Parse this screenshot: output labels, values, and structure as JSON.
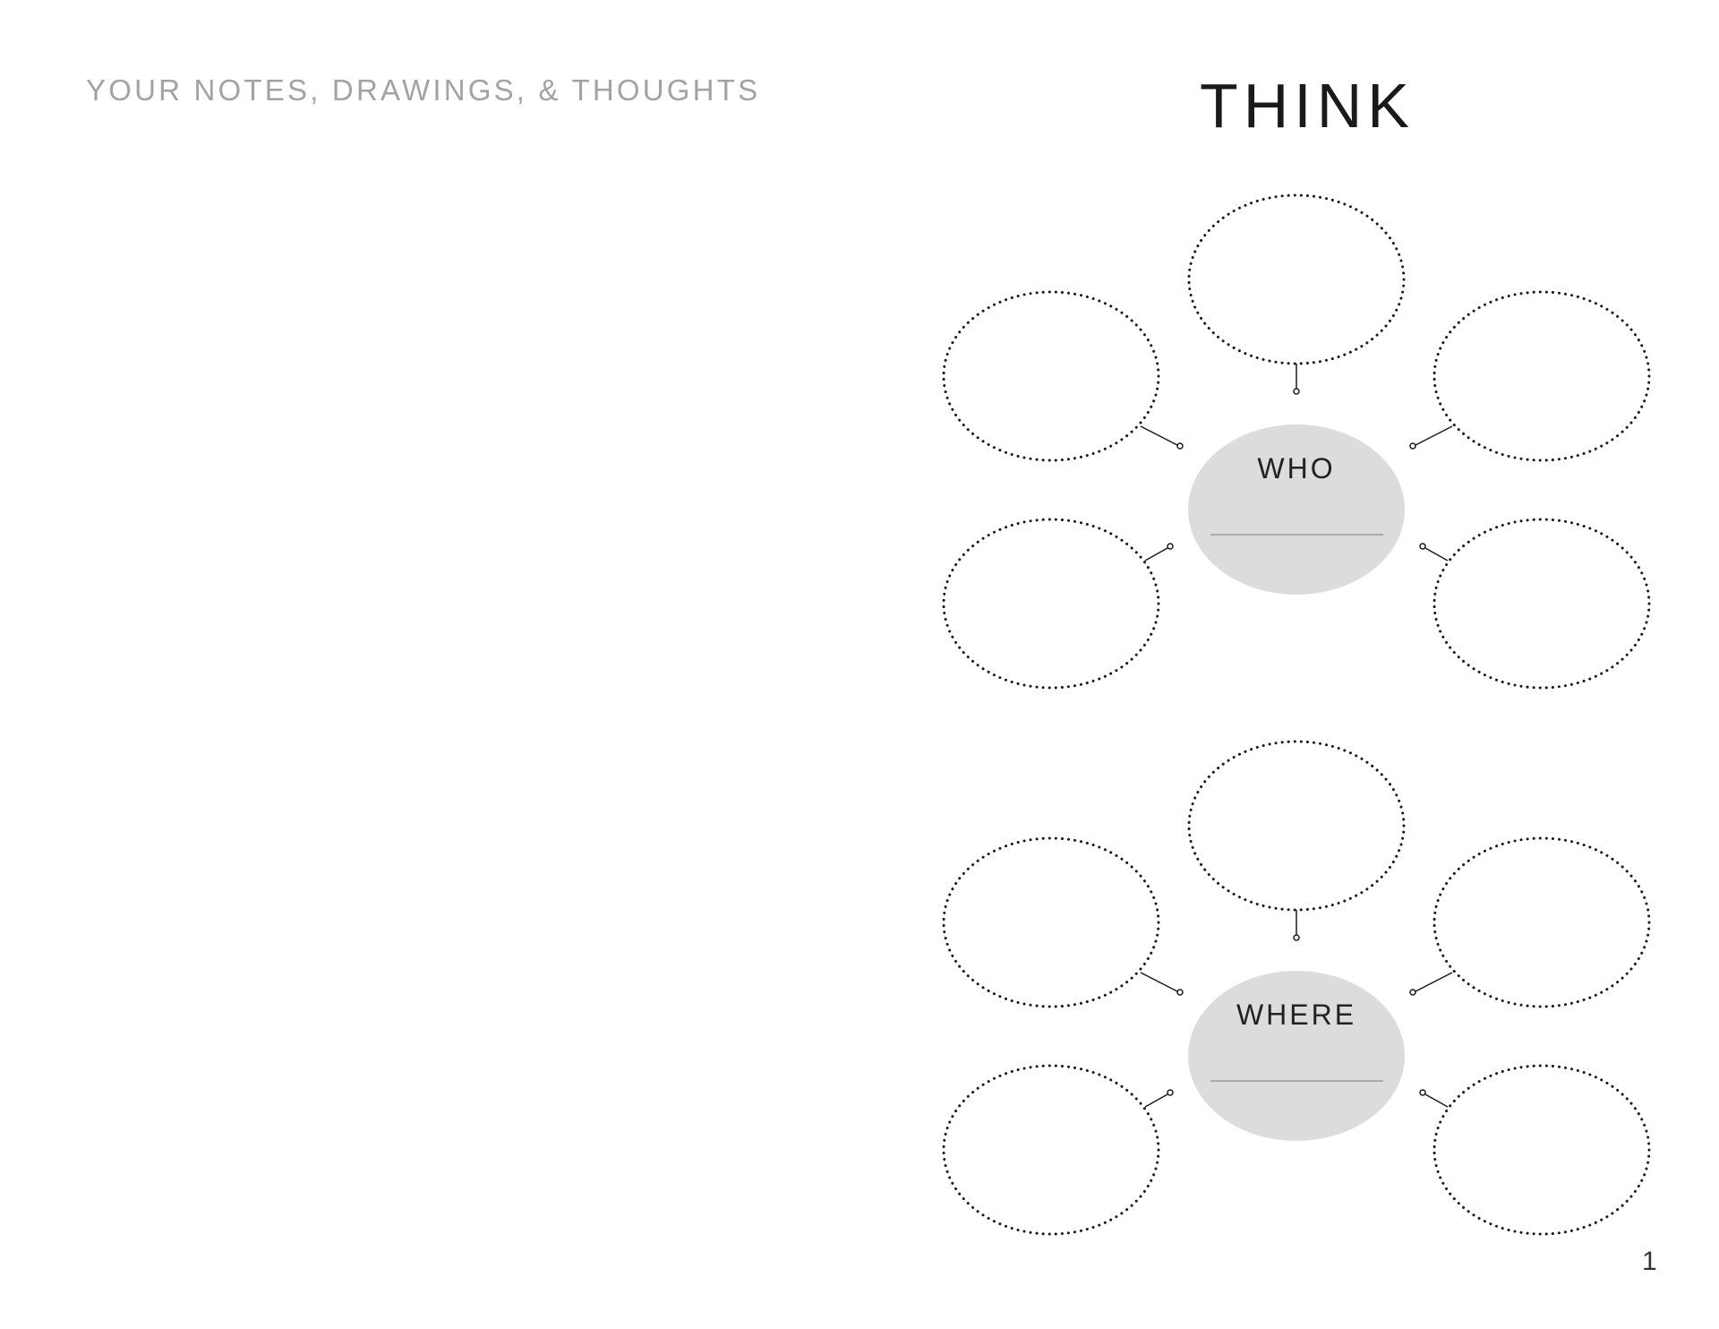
{
  "left_page": {
    "heading": "YOUR NOTES, DRAWINGS, & THOUGHTS"
  },
  "right_page": {
    "title": "THINK",
    "page_number": "1",
    "maps": [
      {
        "center_label": "WHO"
      },
      {
        "center_label": "WHERE"
      }
    ]
  },
  "colors": {
    "center_fill": "#dcdcdc",
    "dotted_outline": "#1a1a1a",
    "heading_gray": "#a3a3a3"
  }
}
